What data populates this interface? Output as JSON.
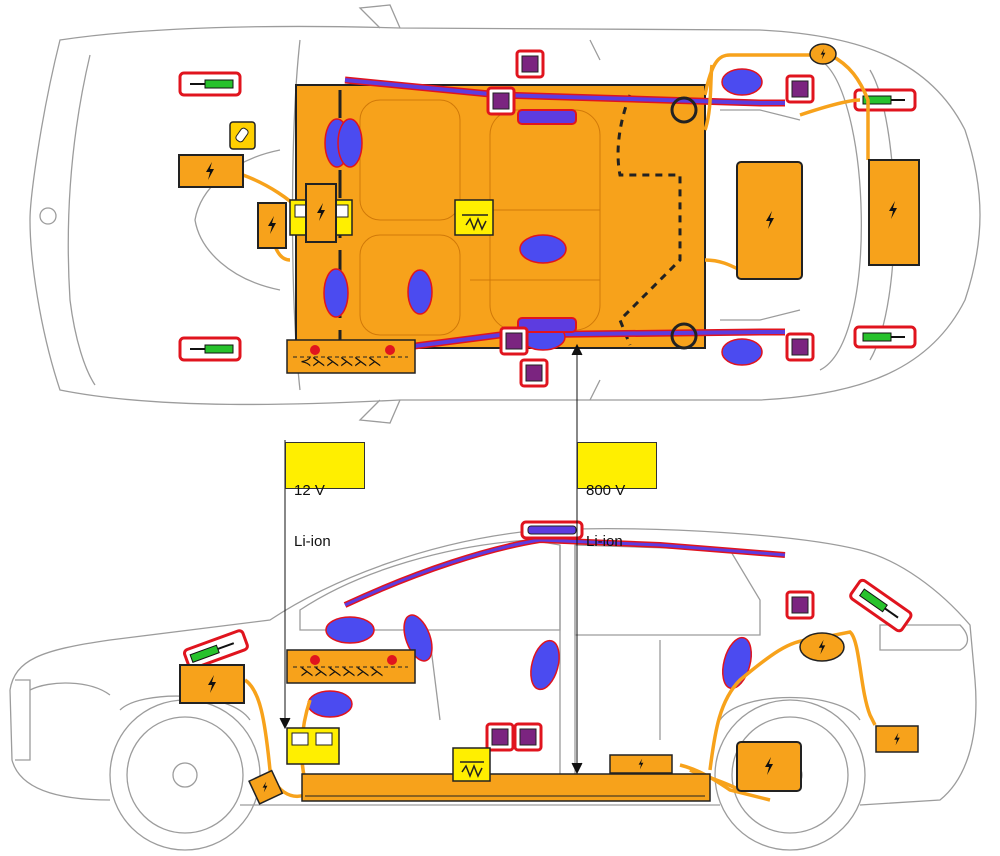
{
  "labels": {
    "battery_12v_line1": "12 V",
    "battery_12v_line2": "Li-ion",
    "battery_800v_line1": "800 V",
    "battery_800v_line2": "Li-ion"
  },
  "colors": {
    "high_voltage": "#f7a21b",
    "airbag": "#4b4bf0",
    "airbag_outline": "#e0141e",
    "curtain_airbag": "#5d3ce0",
    "gas_generator": "#7b2480",
    "sensor_outline": "#e0141e",
    "gas_strut": "#27c22c",
    "battery_12v": "#ffef00",
    "car_outline": "#9c9c9c"
  },
  "icons": [
    "high-voltage-icon",
    "fuse-icon",
    "gas-strut-icon",
    "airbag-icon",
    "seat-belt-pretensioner-icon",
    "control-unit-icon"
  ]
}
